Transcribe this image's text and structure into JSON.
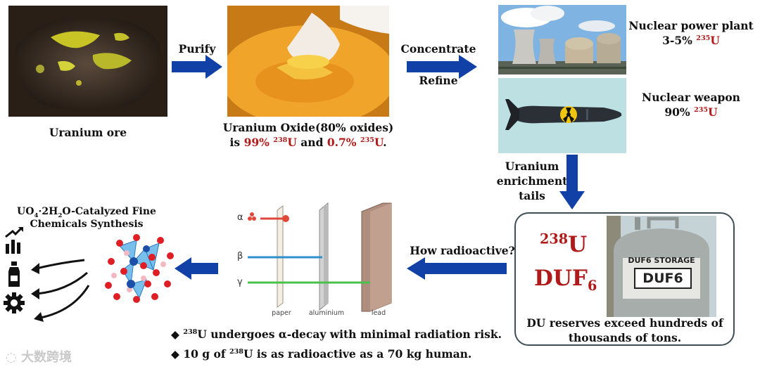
{
  "colors": {
    "arrow_blue": "#1140a6",
    "isotope_red": "#b01a1a",
    "alpha_red": "#e0493a",
    "beta_blue": "#2f8fcf",
    "gamma_green": "#49c24a",
    "panel_border": "#3f4f58"
  },
  "ore": {
    "caption": "Uranium ore"
  },
  "purify": {
    "label": "Purify"
  },
  "oxide": {
    "caption_line1": "Uranium Oxide(80% oxides)",
    "is": "is",
    "pct238": "99%",
    "mass238": "238",
    "sym238": "U",
    "and": "and",
    "pct235": "0.7%",
    "mass235": "235",
    "sym235": "U",
    "end": "."
  },
  "concentrate": {
    "label_top": "Concentrate",
    "label_bottom": "Refine"
  },
  "power_plant": {
    "title": "Nuclear power plant",
    "pct": "3-5%",
    "mass": "235",
    "sym": "U"
  },
  "weapon": {
    "title": "Nuclear weapon",
    "pct": "90%",
    "mass": "235",
    "sym": "U"
  },
  "tails": {
    "line1": "Uranium",
    "line2": "enrichment",
    "line3": "tails"
  },
  "duf": {
    "mass": "238",
    "sym": "U",
    "formula_base": "DUF",
    "formula_sub": "6",
    "tank_label_top": "DUF6 STORAGE",
    "tank_label_main": "DUF6",
    "reserves_line1": "DU reserves exceed hundreds of",
    "reserves_line2": "thousands of tons."
  },
  "how_radioactive": {
    "label": "How radioactive?"
  },
  "penetration": {
    "alpha": "α",
    "beta": "β",
    "gamma": "γ",
    "paper": "paper",
    "aluminium": "aluminium",
    "lead": "lead"
  },
  "facts": [
    {
      "bullet": "◆",
      "mass": "238",
      "text": "U undergoes α-decay with minimal radiation risk."
    },
    {
      "bullet": "◆",
      "prefix": "10 g of ",
      "mass": "238",
      "text": "U is as radioactive as a 70 kg human."
    }
  ],
  "catalysis": {
    "line1_base": "UO",
    "line1_sub": "4",
    "line1_rest": "·2H",
    "line1_sub2": "2",
    "line1_end": "O-Catalyzed Fine",
    "line2": "Chemicals Synthesis"
  },
  "watermark": {
    "text": "大数跨境"
  },
  "icons": [
    "chart-growth-icon",
    "bottle-icon",
    "gear-icon"
  ]
}
